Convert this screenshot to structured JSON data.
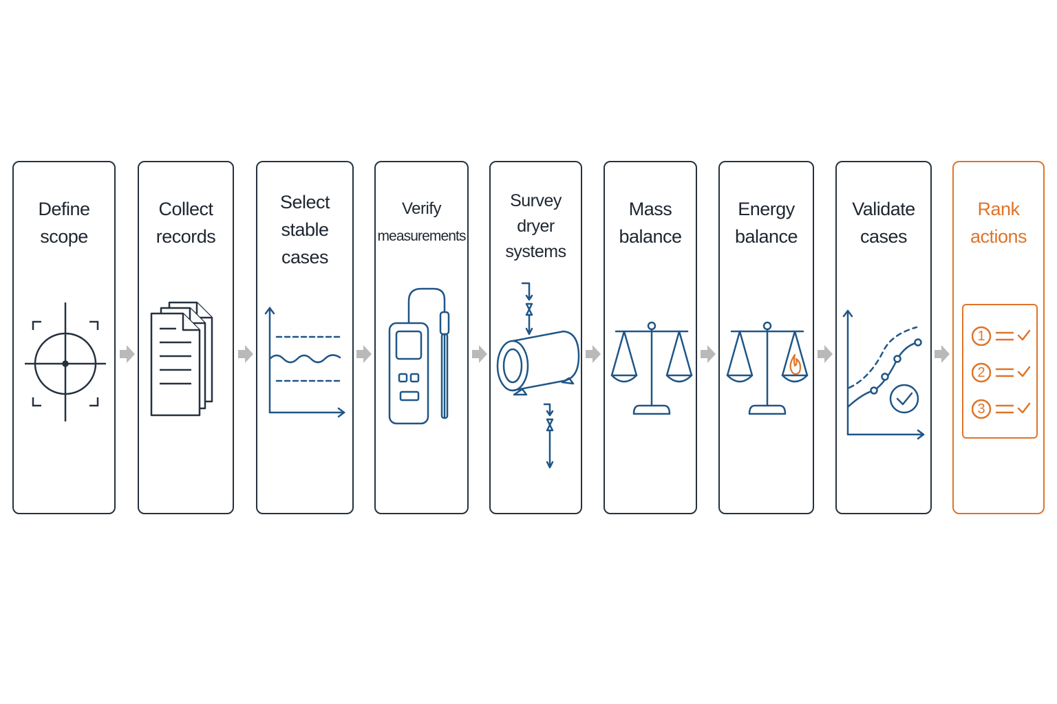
{
  "colors": {
    "card_border": "#25313e",
    "title_text": "#1d2630",
    "icon_stroke": "#1f5586",
    "arrow": "#b9b9b9",
    "highlight": "#de7428"
  },
  "steps": [
    {
      "line1": "Define",
      "line2": "scope",
      "line3": "",
      "icon": "target-icon"
    },
    {
      "line1": "Collect",
      "line2": "records",
      "line3": "",
      "icon": "documents-icon"
    },
    {
      "line1": "Select",
      "line2": "stable",
      "line3": "cases",
      "icon": "stable-trend-icon"
    },
    {
      "line1": "Verify",
      "line2": "measurements",
      "line3": "",
      "icon": "meter-probe-icon"
    },
    {
      "line1": "Survey",
      "line2": "dryer",
      "line3": "systems",
      "icon": "dryer-drum-icon"
    },
    {
      "line1": "Mass",
      "line2": "balance",
      "line3": "",
      "icon": "balance-scale-icon"
    },
    {
      "line1": "Energy",
      "line2": "balance",
      "line3": "",
      "icon": "energy-balance-icon"
    },
    {
      "line1": "Validate",
      "line2": "cases",
      "line3": "",
      "icon": "validation-chart-icon"
    },
    {
      "line1": "Rank",
      "line2": "actions",
      "line3": "",
      "icon": "ranked-checklist-icon"
    }
  ],
  "rank_list": [
    "1",
    "2",
    "3"
  ]
}
